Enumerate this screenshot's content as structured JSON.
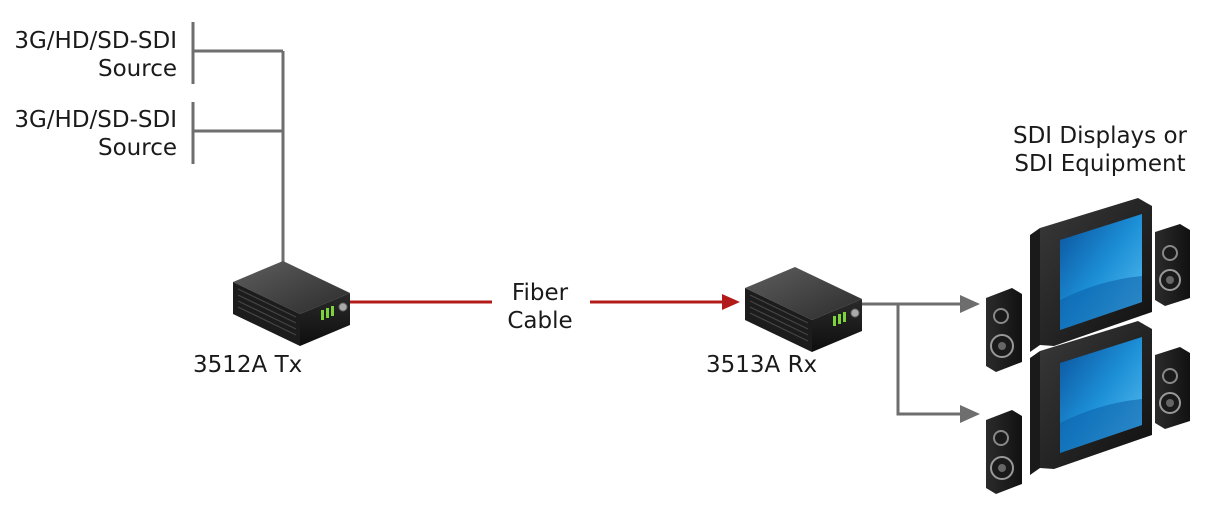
{
  "sources": [
    {
      "line1": "3G/HD/SD-SDI",
      "line2": "Source"
    },
    {
      "line1": "3G/HD/SD-SDI",
      "line2": "Source"
    }
  ],
  "transmitter": {
    "label": "3512A  Tx"
  },
  "receiver": {
    "label": "3513A  Rx"
  },
  "cable": {
    "line1": "Fiber",
    "line2": "Cable",
    "color": "#b31b1b"
  },
  "displays": {
    "line1": "SDI Displays or",
    "line2": "SDI Equipment"
  },
  "colors": {
    "connector": "#6e6e6e",
    "fiber": "#b31b1b",
    "screen": "#1c8fd6"
  },
  "icons": [
    "transmitter-box-icon",
    "receiver-box-icon",
    "monitor-icon",
    "speaker-icon",
    "arrow-head-icon"
  ]
}
